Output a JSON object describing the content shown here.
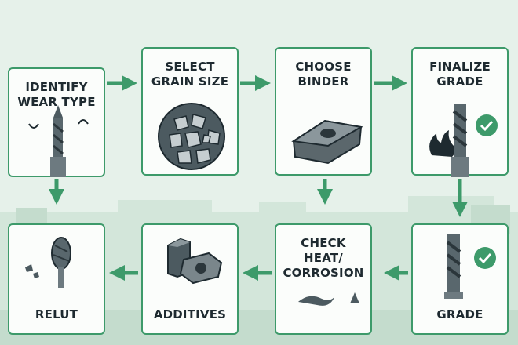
{
  "steps_top": [
    {
      "label_lines": [
        "IDENTIFY",
        "WEAR TYPE"
      ]
    },
    {
      "label_lines": [
        "SELECT",
        "GRAIN SIZE"
      ]
    },
    {
      "label_lines": [
        "CHOOSE",
        "BINDER"
      ]
    },
    {
      "label_lines": [
        "FINALIZE",
        "GRADE"
      ]
    }
  ],
  "steps_bottom": [
    {
      "label_lines": [
        "RELUT"
      ]
    },
    {
      "label_lines": [
        "ADDITIVES"
      ]
    },
    {
      "label_lines": [
        "CHECK",
        "HEAT/",
        "CORROSION"
      ]
    },
    {
      "label_lines": [
        "GRADE"
      ]
    }
  ],
  "colors": {
    "accent": "#3d9a6a",
    "background": "#e6f1ea",
    "text": "#1e2a30"
  }
}
